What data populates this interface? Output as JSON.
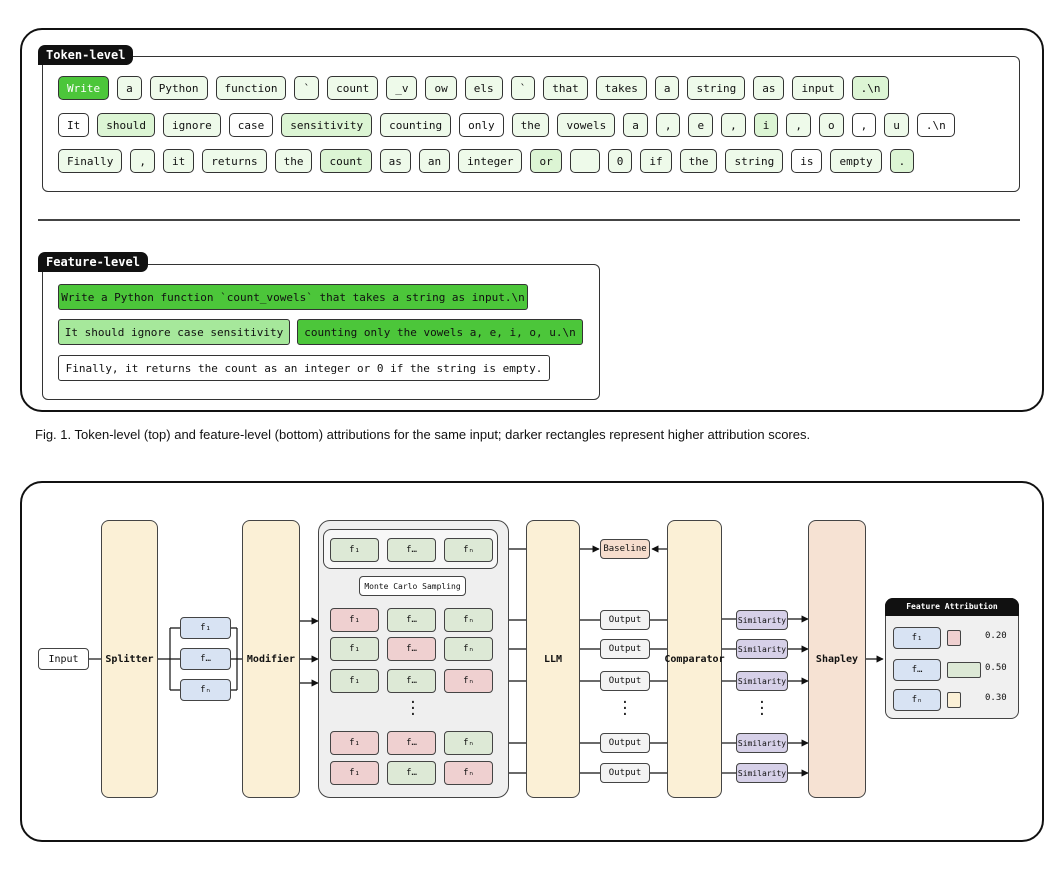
{
  "token_panel": {
    "tag": "Token-level",
    "rows": [
      [
        {
          "t": "Write",
          "w": 4
        },
        {
          "t": "a",
          "w": 1
        },
        {
          "t": "Python",
          "w": 1
        },
        {
          "t": "function",
          "w": 1
        },
        {
          "t": "`",
          "w": 1
        },
        {
          "t": "count",
          "w": 1
        },
        {
          "t": "_v",
          "w": 1
        },
        {
          "t": "ow",
          "w": 1
        },
        {
          "t": "els",
          "w": 1
        },
        {
          "t": "`",
          "w": 1
        },
        {
          "t": "that",
          "w": 1
        },
        {
          "t": "takes",
          "w": 1
        },
        {
          "t": "a",
          "w": 1
        },
        {
          "t": "string",
          "w": 1
        },
        {
          "t": "as",
          "w": 1
        },
        {
          "t": "input",
          "w": 1
        },
        {
          "t": ".\\n",
          "w": 2
        }
      ],
      [
        {
          "t": "It",
          "w": 0
        },
        {
          "t": "should",
          "w": 2
        },
        {
          "t": "ignore",
          "w": 1
        },
        {
          "t": "case",
          "w": 0
        },
        {
          "t": "sensitivity",
          "w": 2
        },
        {
          "t": "counting",
          "w": 1
        },
        {
          "t": "only",
          "w": 0
        },
        {
          "t": "the",
          "w": 1
        },
        {
          "t": "vowels",
          "w": 1
        },
        {
          "t": "a",
          "w": 1
        },
        {
          "t": ",",
          "w": 1
        },
        {
          "t": "e",
          "w": 1
        },
        {
          "t": ",",
          "w": 1
        },
        {
          "t": "i",
          "w": 2
        },
        {
          "t": ",",
          "w": 1
        },
        {
          "t": "o",
          "w": 1
        },
        {
          "t": ",",
          "w": 0
        },
        {
          "t": "u",
          "w": 1
        },
        {
          "t": ".\\n",
          "w": 0
        }
      ],
      [
        {
          "t": "Finally",
          "w": 1
        },
        {
          "t": ",",
          "w": 1
        },
        {
          "t": "it",
          "w": 1
        },
        {
          "t": "returns",
          "w": 1
        },
        {
          "t": "the",
          "w": 1
        },
        {
          "t": "count",
          "w": 2
        },
        {
          "t": "as",
          "w": 1
        },
        {
          "t": "an",
          "w": 1
        },
        {
          "t": "integer",
          "w": 1
        },
        {
          "t": "or",
          "w": 2
        },
        {
          "t": "",
          "w": 1
        },
        {
          "t": "0",
          "w": 1
        },
        {
          "t": "if",
          "w": 1
        },
        {
          "t": "the",
          "w": 1
        },
        {
          "t": "string",
          "w": 1
        },
        {
          "t": "is",
          "w": 0
        },
        {
          "t": "empty",
          "w": 1
        },
        {
          "t": ".",
          "w": 2
        }
      ]
    ]
  },
  "feature_panel": {
    "tag": "Feature-level",
    "features": [
      {
        "t": "Write a Python function `count_vowels` that takes a string as input.\\n",
        "w": 4
      },
      {
        "t": "It should ignore case sensitivity",
        "w": 3
      },
      {
        "t": "counting only the vowels a, e, i, o, u.\\n",
        "w": 4
      },
      {
        "t": "Finally, it returns the count as an integer or 0 if the string is empty.",
        "w": 0
      }
    ]
  },
  "caption": "Fig. 1.  Token-level (top) and feature-level (bottom) attributions for the same input; darker rectangles represent higher attribution scores.",
  "colors": {
    "w0": "#ffffff",
    "w1": "#eefaea",
    "w2": "#dcf5d4",
    "w3": "#a6e89b",
    "w4": "#4cc63a",
    "yellow_block": "#fbf0d6",
    "shapley_block": "#f6e2d3",
    "feature_blue": "#d8e3f3",
    "feature_green": "#dde9d6",
    "feature_red": "#efd0d0",
    "similarity": "#d6d0e8",
    "baseline": "#f6ddcd"
  },
  "pipeline": {
    "input": "Input",
    "splitter": "Splitter",
    "modifier": "Modifier",
    "llm": "LLM",
    "comparator": "Comparator",
    "shapley": "Shapley",
    "baseline": "Baseline",
    "monte_carlo": "Monte Carlo Sampling",
    "output": "Output",
    "similarity": "Similarity",
    "f1": "f₁",
    "fdots": "f…",
    "fn": "fₙ",
    "feature_attribution": {
      "title": "Feature Attribution",
      "rows": [
        {
          "label": "f₁",
          "value": "0.20",
          "color": "#efd0d0"
        },
        {
          "label": "f…",
          "value": "0.50",
          "color": "#dde9d6"
        },
        {
          "label": "fₙ",
          "value": "0.30",
          "color": "#fbf0d6"
        }
      ]
    }
  }
}
